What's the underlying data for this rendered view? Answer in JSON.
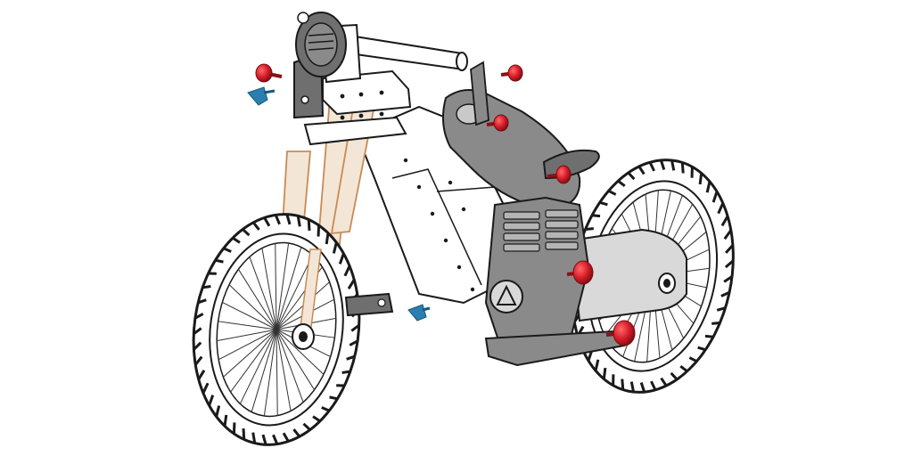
{
  "diagram": {
    "type": "exploded assembly illustration",
    "subject": "balance-bike-exploded-view",
    "colors": {
      "outline": "#1a1a1a",
      "tire": "#ffffff",
      "panel_gray": "#8a8a8a",
      "panel_dark": "#6f6f6f",
      "panel_light": "#c9c9c9",
      "fork_wood": "#e9d7c4",
      "fork_edge": "#c98a55",
      "frame_white": "#ffffff",
      "bolt_red": "#d81e2a",
      "bolt_red_dark": "#8c0f17",
      "peg_blue": "#2a7fb0"
    },
    "parts": [
      {
        "name": "front-wheel",
        "icon": "wheel-icon"
      },
      {
        "name": "rear-wheel",
        "icon": "wheel-icon"
      },
      {
        "name": "front-fork",
        "icon": "fork-icon"
      },
      {
        "name": "handlebar",
        "icon": "handlebar-icon"
      },
      {
        "name": "headlight-plate",
        "icon": "headlight-icon"
      },
      {
        "name": "frame-side-panel",
        "icon": "frame-icon"
      },
      {
        "name": "fuel-tank-panel",
        "icon": "tank-icon"
      },
      {
        "name": "engine-panel",
        "icon": "engine-icon"
      },
      {
        "name": "seat",
        "icon": "seat-icon"
      },
      {
        "name": "footrest",
        "icon": "footrest-icon"
      },
      {
        "name": "red-bolt",
        "icon": "bolt-icon",
        "count": 6
      },
      {
        "name": "blue-peg",
        "icon": "peg-icon",
        "count": 2
      }
    ]
  }
}
